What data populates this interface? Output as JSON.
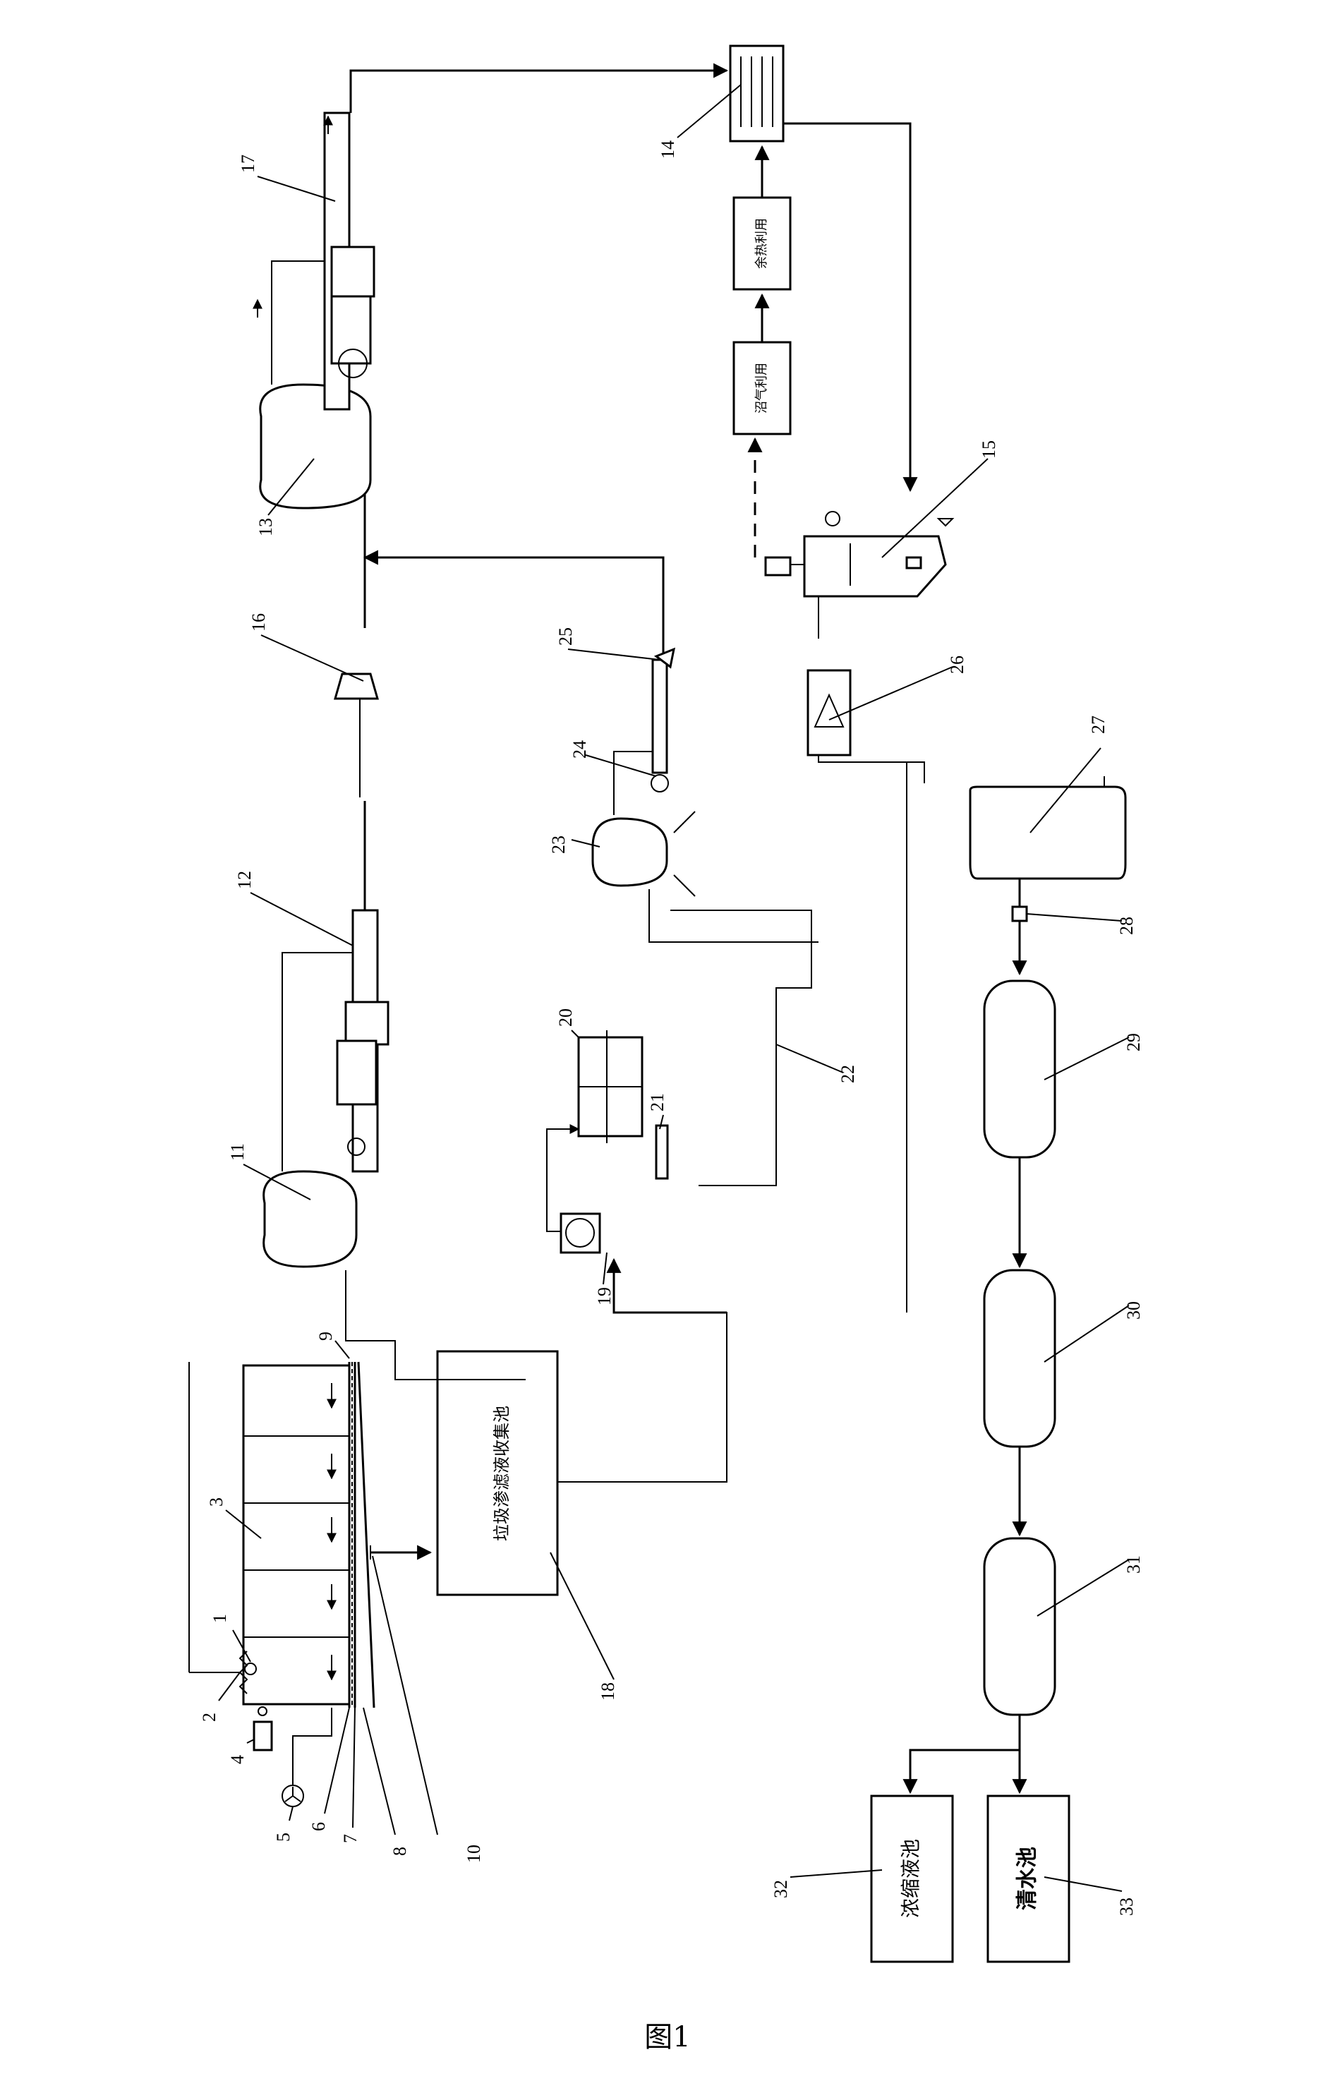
{
  "figure": {
    "caption": "图1",
    "box_text": {
      "collection_pool": "垃圾渗滤液收集池",
      "waste_heat": "余热利用",
      "biogas_use": "沼气利用",
      "concentrate_pool": "浓缩液池",
      "clean_pool": "清水池"
    },
    "labels": [
      "1",
      "2",
      "3",
      "4",
      "5",
      "6",
      "7",
      "8",
      "9",
      "10",
      "11",
      "12",
      "13",
      "14",
      "15",
      "16",
      "17",
      "18",
      "19",
      "20",
      "21",
      "22",
      "23",
      "24",
      "25",
      "26",
      "27",
      "28",
      "29",
      "30",
      "31",
      "32",
      "33"
    ]
  }
}
